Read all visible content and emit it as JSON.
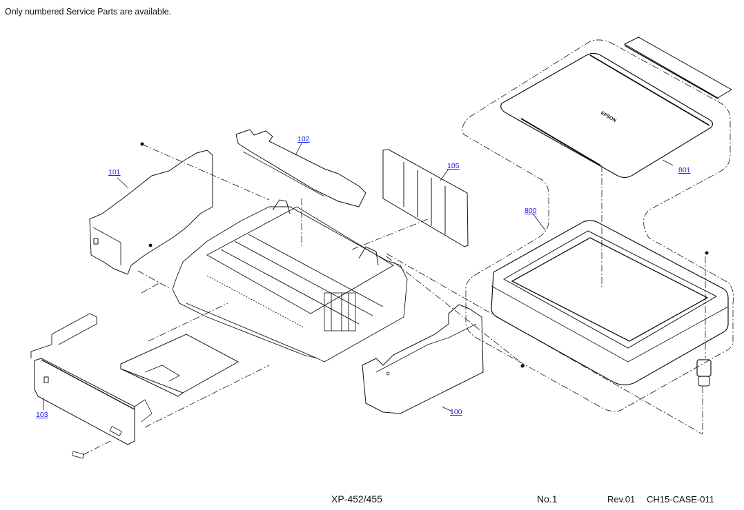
{
  "header": {
    "notice": "Only numbered Service Parts are available."
  },
  "parts": [
    {
      "id": "101",
      "label": "101"
    },
    {
      "id": "102",
      "label": "102"
    },
    {
      "id": "105",
      "label": "105"
    },
    {
      "id": "801",
      "label": "801"
    },
    {
      "id": "800",
      "label": "800"
    },
    {
      "id": "103",
      "label": "103"
    },
    {
      "id": "100",
      "label": "100"
    }
  ],
  "diagram": {
    "brand_mark": "EPSON"
  },
  "footer": {
    "model": "XP-452/455",
    "page_no": "No.1",
    "revision": "Rev.01",
    "document_code": "CH15-CASE-011"
  },
  "colors": {
    "link": "#1a1aee",
    "line": "#111111",
    "background": "#ffffff"
  }
}
